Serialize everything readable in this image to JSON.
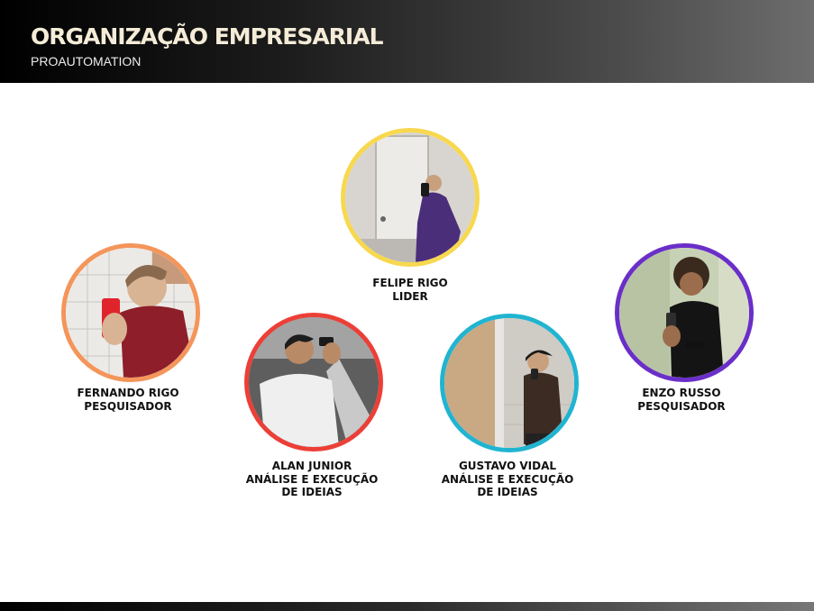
{
  "header": {
    "title": "ORGANIZAÇÃO EMPRESARIAL",
    "subtitle": "PROAUTOMATION"
  },
  "members": [
    {
      "name": "FELIPE RIGO",
      "role_lines": [
        "LIDER"
      ],
      "ring_color": "#f7d84f"
    },
    {
      "name": "FERNANDO RIGO",
      "role_lines": [
        "PESQUISADOR"
      ],
      "ring_color": "#f4955a"
    },
    {
      "name": "ALAN JUNIOR",
      "role_lines": [
        "ANÁLISE E EXECUÇÃO",
        "DE IDEIAS"
      ],
      "ring_color": "#ec3f37"
    },
    {
      "name": "GUSTAVO VIDAL",
      "role_lines": [
        "ANÁLISE E EXECUÇÃO",
        "DE IDEIAS"
      ],
      "ring_color": "#21b4d1"
    },
    {
      "name": "ENZO RUSSO",
      "role_lines": [
        "PESQUISADOR"
      ],
      "ring_color": "#6a2ec9"
    }
  ]
}
